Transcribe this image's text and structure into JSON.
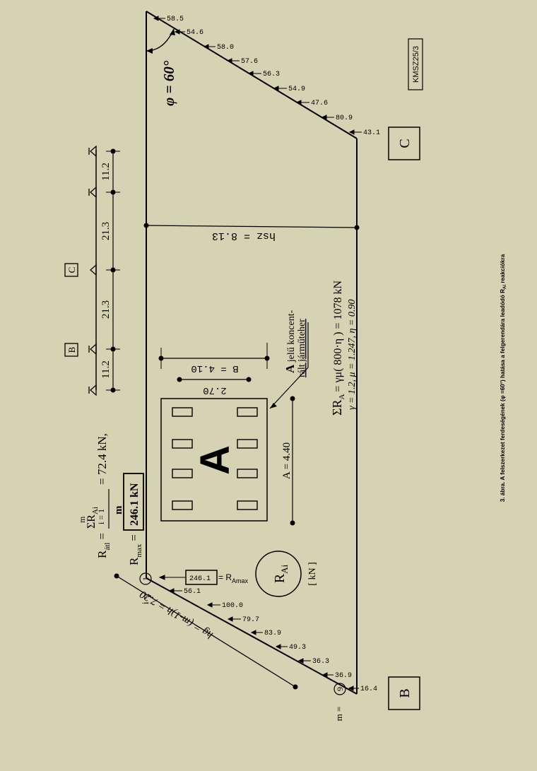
{
  "edge_values_top": [
    "58.5",
    "54.6",
    "58.0",
    "57.6",
    "56.3",
    "54.9",
    "47.6",
    "80.9",
    "43.1"
  ],
  "edge_values_bottom": [
    "246.1",
    "56.1",
    "100.0",
    "79.7",
    "83.9",
    "49.3",
    "36.3",
    "36.9",
    "16.4"
  ],
  "angle_label": "φ = 60°",
  "code_box": "KMSZ25/3",
  "supports": {
    "b": "B",
    "c": "C"
  },
  "span_values": [
    "11.2",
    "21.3",
    "21.3",
    "11.2"
  ],
  "hsz_label": "hsz = 8.13",
  "hg_label": "hg = (m-1)h = 7.20",
  "index_first": {
    "prefix": "i =",
    "num": "1"
  },
  "index_last": {
    "prefix": "m =",
    "num": "9"
  },
  "r_amax_value": "246.1",
  "r_amax_label": "= R",
  "r_amax_sub": "Amax",
  "rai_circle": {
    "main": "R",
    "sub": "Ai"
  },
  "unit": "[ kN ]",
  "ratl": {
    "prefix": "R",
    "sub": "átl",
    "eq": "=",
    "sum_top": "m",
    "sum_sym": "ΣR",
    "sum_sub": "Ai",
    "sum_bottom": "i = 1",
    "denominator": "m",
    "result": "= 72.4 kN,"
  },
  "rmax": {
    "prefix": "R",
    "sub": "max",
    "eq": "=",
    "value": "246.1 kN"
  },
  "vehicle_letter": "A",
  "dim_a": "A = 4.40",
  "dim_b": "B = 4.10",
  "dim_270": "2.70",
  "vehicle_desc": {
    "letter": "A",
    "line1": "jelű koncent-",
    "line2": "rált járműteher"
  },
  "sum_ra": {
    "line1": "ΣR",
    "sub": "A",
    "line1_rest": "= γμ( 800·η )  = 1078 kN",
    "line2": "γ = 1.2, μ = 1.247, η = 0.90"
  },
  "caption": "3. ábra. A felszerkezet ferdeségének (φ =60°) hatása a felgerendára leadódó R",
  "caption_sub": "Ai",
  "caption_end": " reakciókra"
}
